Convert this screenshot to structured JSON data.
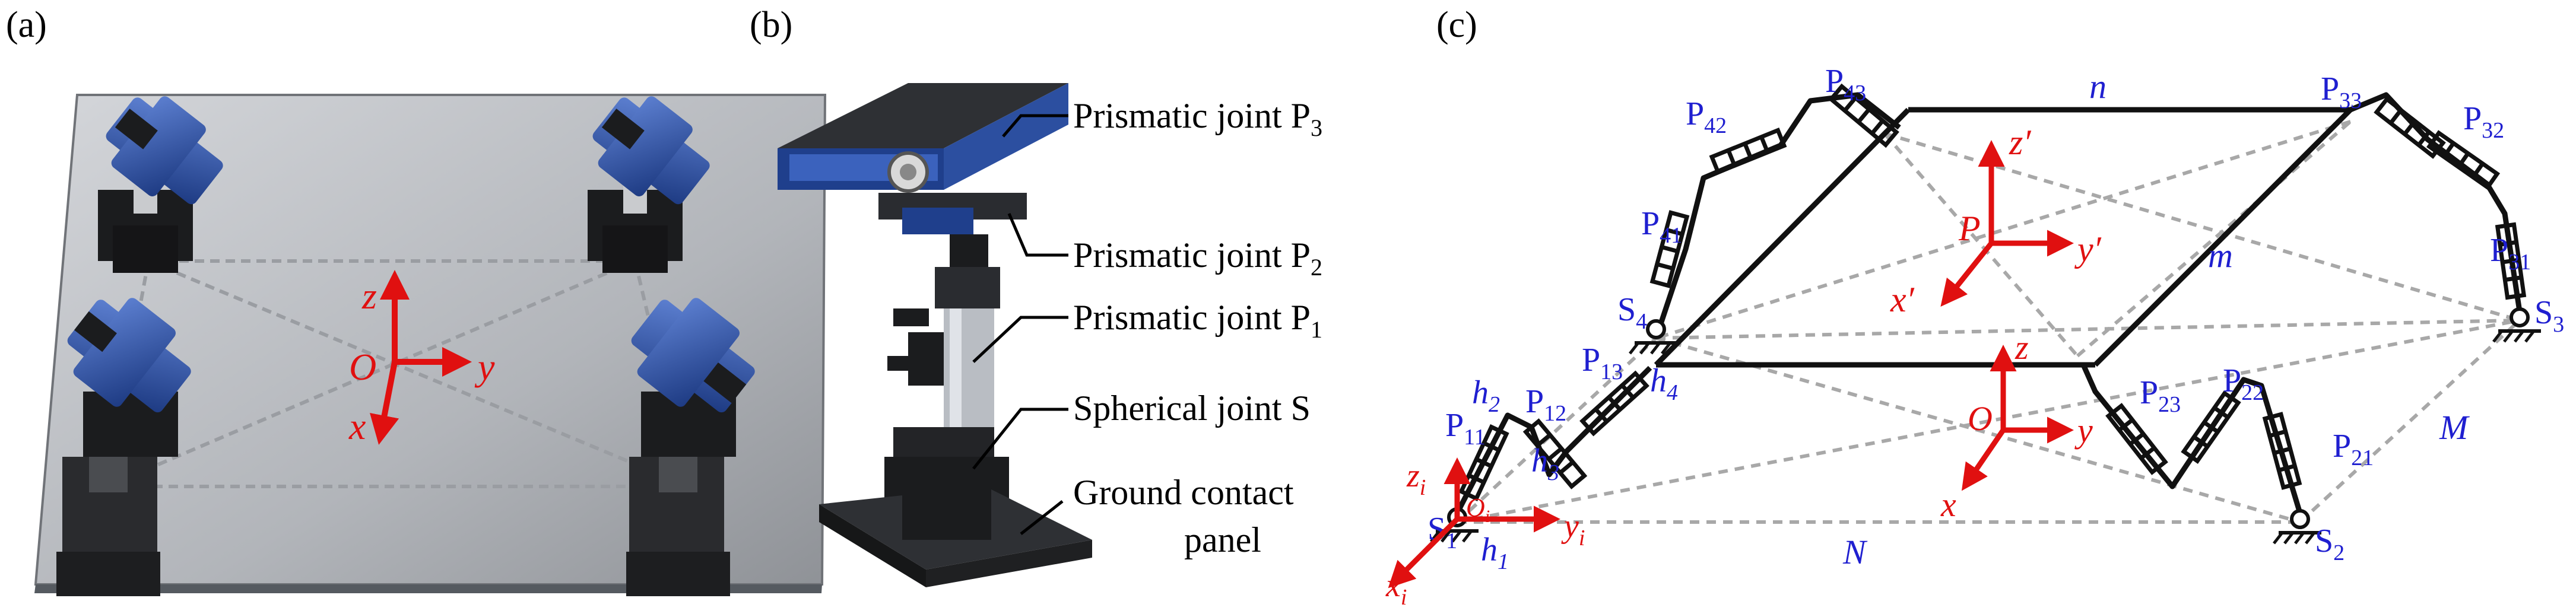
{
  "panels": {
    "a": {
      "label": "(a)",
      "axes": {
        "z": "z",
        "y": "y",
        "x": "x",
        "origin": "O"
      }
    },
    "b": {
      "label": "(b)",
      "callouts": {
        "p3": "Prismatic joint P",
        "p3_sub": "3",
        "p2": "Prismatic joint  P",
        "p2_sub": "2",
        "p1": "Prismatic joint P",
        "p1_sub": "1",
        "s": "Spherical joint S",
        "ground_line1": "Ground  contact",
        "ground_line2": "panel"
      }
    },
    "c": {
      "label": "(c)",
      "prismatic_labels": [
        {
          "base": "P",
          "sub": "11"
        },
        {
          "base": "P",
          "sub": "12"
        },
        {
          "base": "P",
          "sub": "13"
        },
        {
          "base": "P",
          "sub": "21"
        },
        {
          "base": "P",
          "sub": "22"
        },
        {
          "base": "P",
          "sub": "23"
        },
        {
          "base": "P",
          "sub": "31"
        },
        {
          "base": "P",
          "sub": "32"
        },
        {
          "base": "P",
          "sub": "33"
        },
        {
          "base": "P",
          "sub": "41"
        },
        {
          "base": "P",
          "sub": "42"
        },
        {
          "base": "P",
          "sub": "43"
        }
      ],
      "spherical_labels": [
        {
          "base": "S",
          "sub": "1"
        },
        {
          "base": "S",
          "sub": "2"
        },
        {
          "base": "S",
          "sub": "3"
        },
        {
          "base": "S",
          "sub": "4"
        }
      ],
      "h_labels": [
        {
          "base": "h",
          "sub": "1"
        },
        {
          "base": "h",
          "sub": "2"
        },
        {
          "base": "h",
          "sub": "3"
        },
        {
          "base": "h",
          "sub": "4"
        }
      ],
      "dims": {
        "n": "n",
        "m": "m",
        "M": "M",
        "N": "N"
      },
      "frames": {
        "moving": {
          "origin": "P",
          "z": "z′",
          "y": "y′",
          "x": "x′"
        },
        "base": {
          "origin": "O",
          "z": "z",
          "y": "y",
          "x": "x"
        },
        "leg": {
          "origin": "O",
          "origin_sub": "i",
          "z": "z",
          "z_sub": "i",
          "y": "y",
          "y_sub": "i",
          "x": "x",
          "x_sub": "i"
        }
      }
    }
  },
  "colors": {
    "label_blue": "#1f1fd0",
    "axis_red": "#e01010",
    "link_black": "#111111",
    "dashed_gray": "#a8a8a8",
    "plate_gray": "#b9bcc2",
    "actuator_blue": "#2c4fa0"
  }
}
